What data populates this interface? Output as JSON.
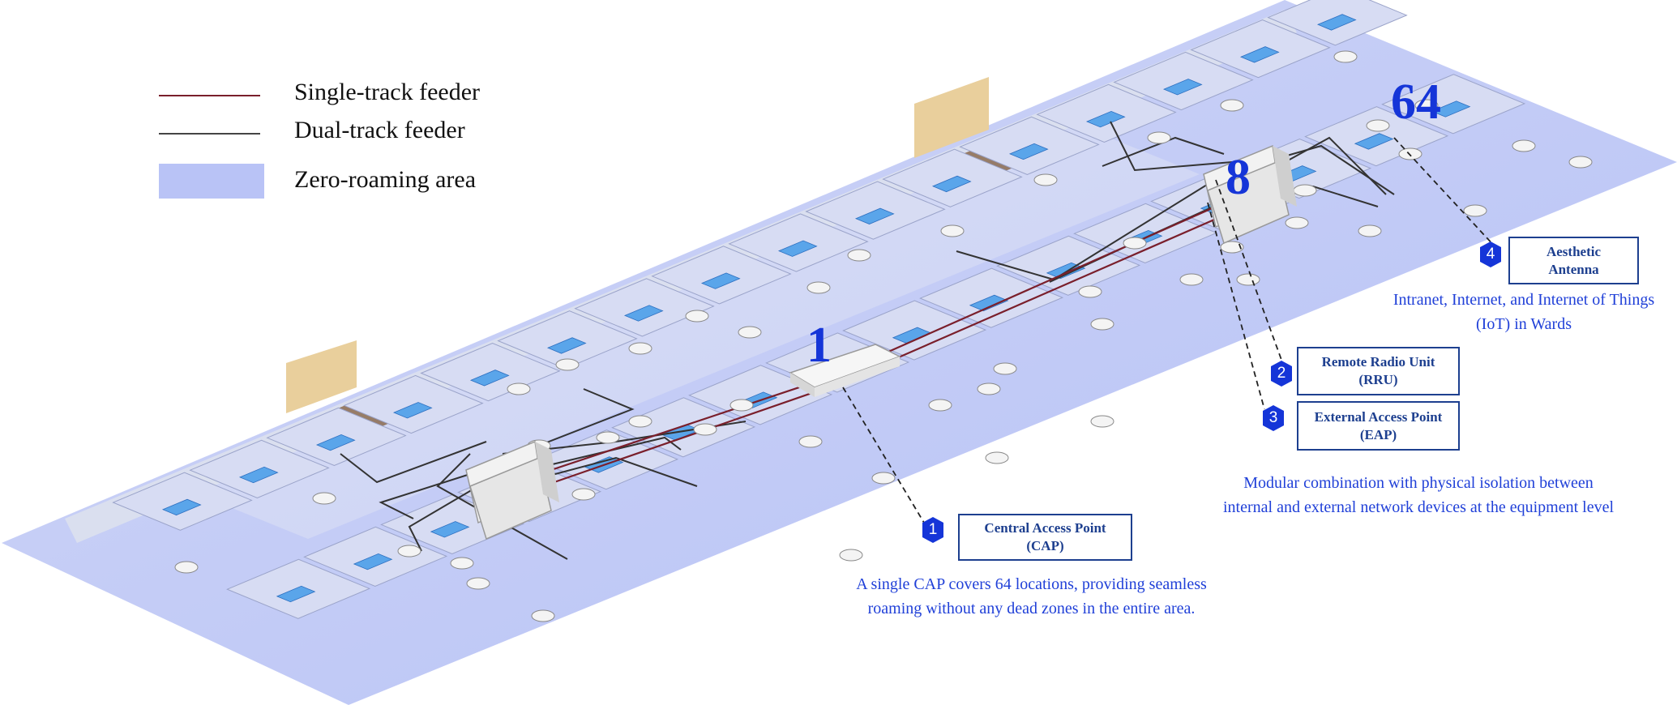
{
  "legend": {
    "single_track": "Single-track feeder",
    "dual_track": "Dual-track feeder",
    "zero_roaming": "Zero-roaming area"
  },
  "colors": {
    "single_track": "#7a1f2b",
    "dual_track": "#333333",
    "zero_roaming": "#b9c3f6",
    "accent_blue": "#1535d8",
    "box_border": "#1d3f8f"
  },
  "counts": {
    "cap": "1",
    "rru": "8",
    "locations": "64"
  },
  "callouts": [
    {
      "badge": "1",
      "label": "Central Access Point (CAP)",
      "icon": "cap-device"
    },
    {
      "badge": "2",
      "label": "Remote Radio Unit (RRU)",
      "icon": "rru-device"
    },
    {
      "badge": "3",
      "label": "External Access Point (EAP)",
      "icon": "eap-device"
    },
    {
      "badge": "4",
      "label": "Aesthetic Antenna",
      "icon": "ceiling-antenna"
    }
  ],
  "descriptions": {
    "cap": [
      "A single CAP covers 64 locations, providing seamless",
      "roaming without any dead zones in the entire area."
    ],
    "modular": [
      "Modular combination with physical isolation between",
      "internal and external network devices at the equipment level"
    ],
    "antenna": [
      "Intranet, Internet, and Internet of Things",
      "(IoT) in Wards"
    ]
  }
}
